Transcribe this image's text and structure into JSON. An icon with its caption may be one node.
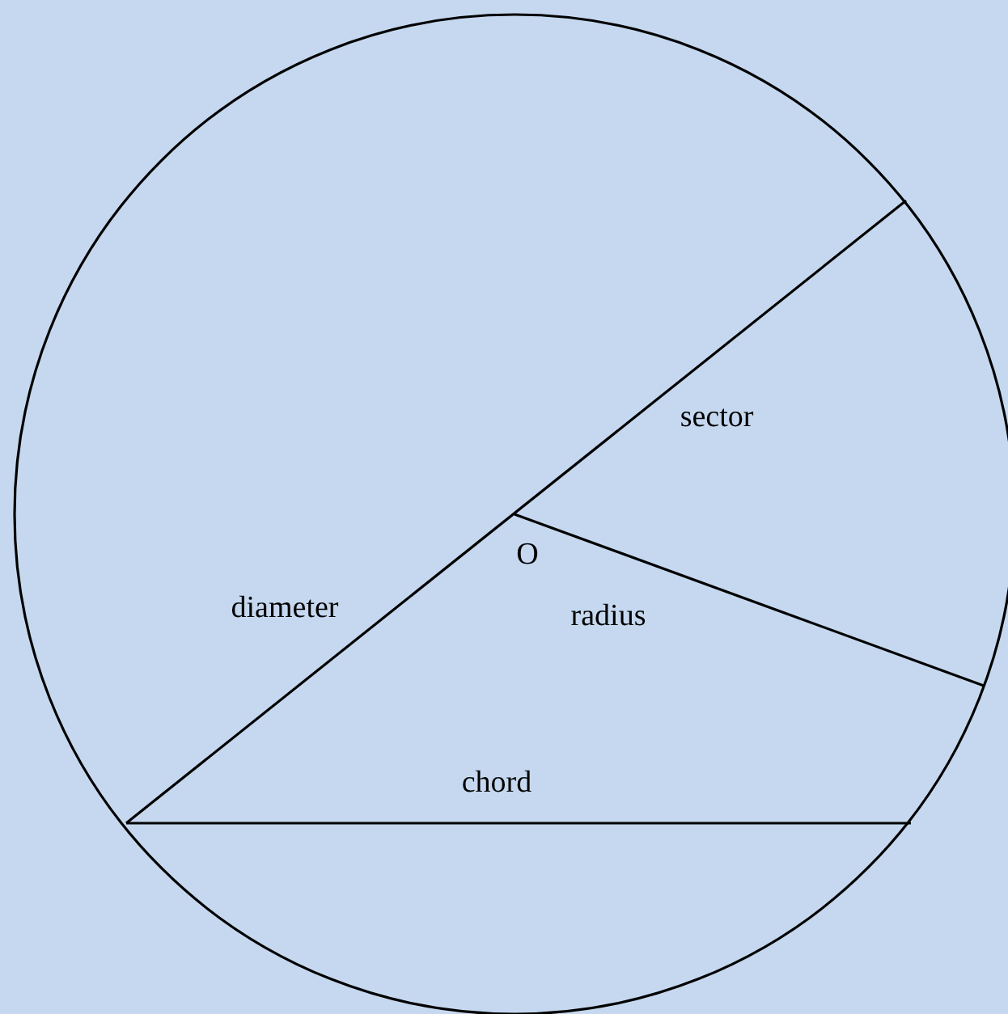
{
  "diagram": {
    "labels": [
      "sector",
      "O",
      "diameter",
      "radius",
      "chord"
    ]
  }
}
